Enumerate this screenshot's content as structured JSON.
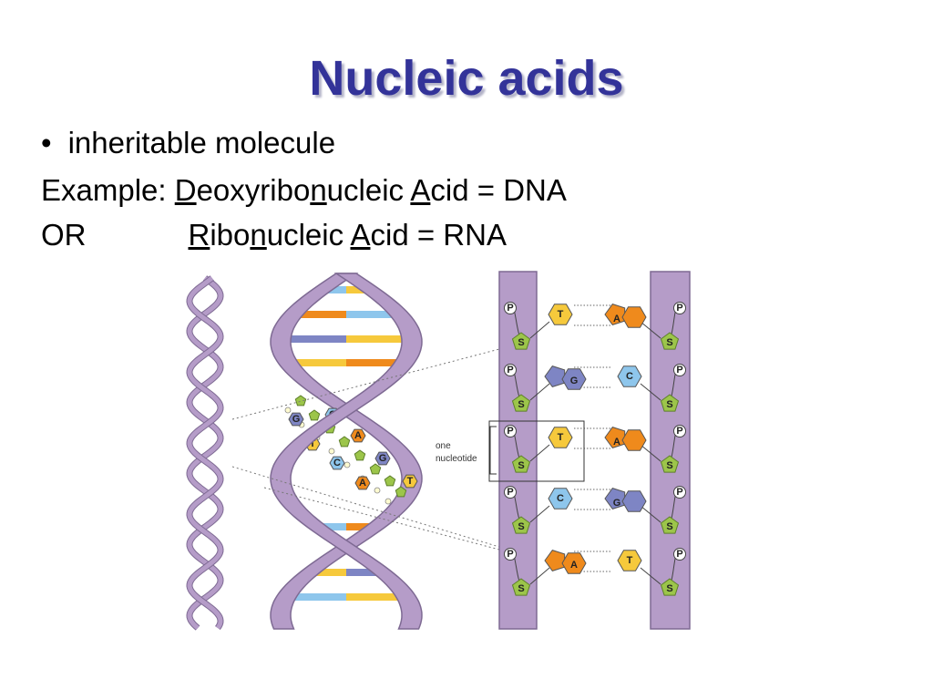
{
  "slide": {
    "title": "Nucleic acids",
    "bullet": "•",
    "bullet_text": "inheritable molecule",
    "example_prefix": "Example: ",
    "dna_parts": [
      "D",
      "eoxyribo",
      "n",
      "ucleic ",
      "A",
      "cid = DNA"
    ],
    "or_prefix": "OR",
    "rna_parts": [
      "R",
      "ibo",
      "n",
      "ucleic ",
      "A",
      "cid = RNA"
    ]
  },
  "diagram": {
    "nucleotide_label_line1": "one",
    "nucleotide_label_line2": "nucleotide",
    "phosphate": "P",
    "sugar": "S",
    "ladder_pairs": [
      {
        "left": "T",
        "right": "A"
      },
      {
        "left": "G",
        "right": "C"
      },
      {
        "left": "T",
        "right": "A"
      },
      {
        "left": "C",
        "right": "G"
      },
      {
        "left": "A",
        "right": "T"
      }
    ],
    "helix_bases": [
      "G",
      "C",
      "T",
      "A",
      "C",
      "G",
      "A",
      "T"
    ],
    "colors": {
      "title": "#333399",
      "backbone": "#b59cc8",
      "backbone_stroke": "#7e6a93",
      "sugar": "#9cc54a",
      "phosphate": "#ffffff",
      "adenine": "#ef8a1c",
      "thymine": "#f6c93c",
      "cytosine": "#8ec6ec",
      "guanine": "#7e85c4"
    }
  }
}
